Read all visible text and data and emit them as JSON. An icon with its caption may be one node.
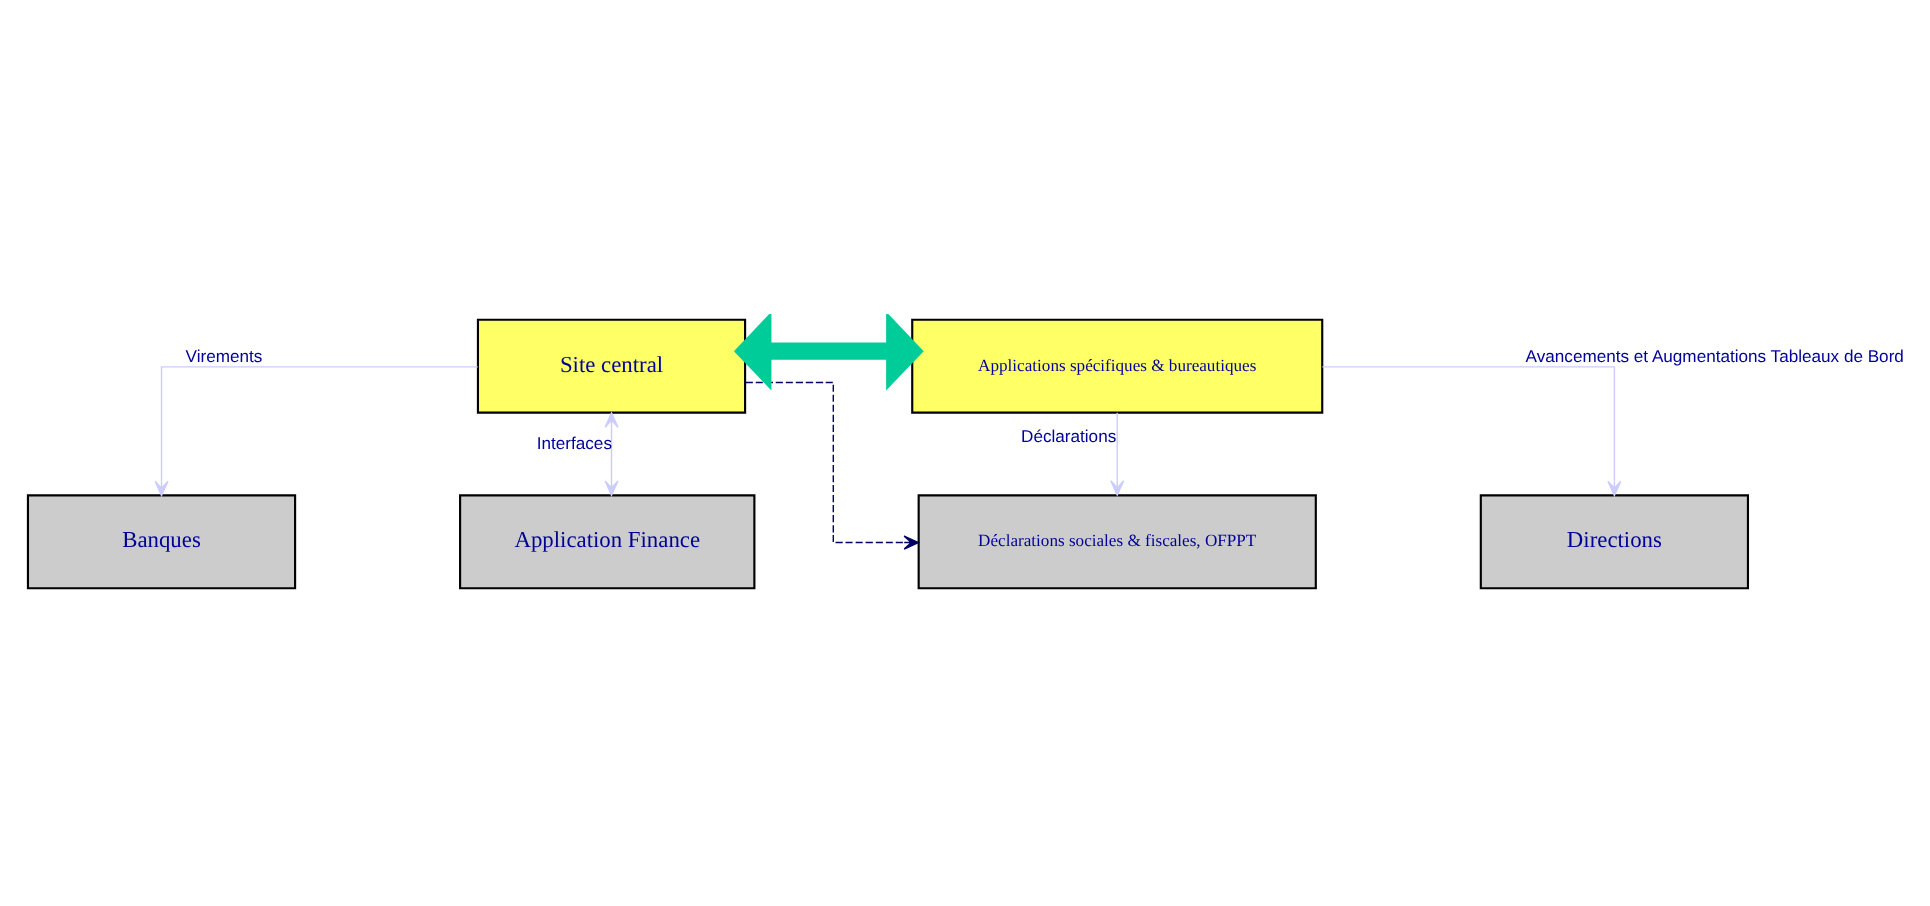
{
  "diagram": {
    "nodes": [
      {
        "text": [
          "Déclarations sociales & fiscales, OFPPT"
        ]
      },
      {
        "text": [
          "Directions"
        ]
      },
      {
        "text": [
          "Site central"
        ]
      },
      {
        "text": [
          "Applications spécifiques & bureautiques"
        ]
      },
      {
        "text": [
          "Application Finance"
        ]
      },
      {
        "text": [
          "Banques"
        ]
      }
    ],
    "edges": [
      {
        "from": 2,
        "to": 0,
        "arrow": "to",
        "style": "dashed",
        "color": "#000066"
      },
      {
        "from": 3,
        "to": 0,
        "arrow": "to",
        "label": "Déclarations"
      },
      {
        "from": 3,
        "to": 1,
        "arrow": "to",
        "label": "Avancements et Augmentations Tableaux de Bord"
      },
      {
        "from": 2,
        "to": 3,
        "arrow": "both",
        "style": "thick",
        "color": "#00cc99"
      },
      {
        "from": 4,
        "to": 2,
        "arrow": "both",
        "label": "Interfaces"
      },
      {
        "from": 2,
        "to": 5,
        "arrow": "to",
        "label": "Virements"
      }
    ]
  }
}
